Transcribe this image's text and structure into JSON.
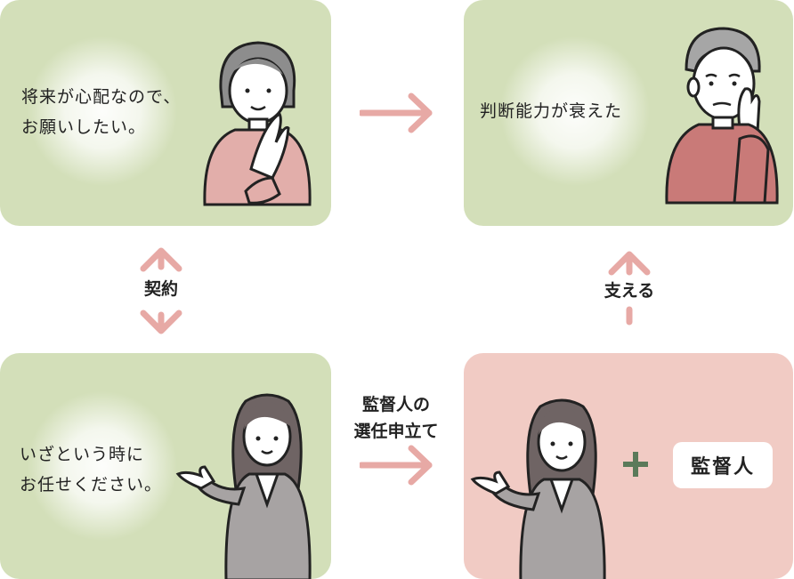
{
  "panels": {
    "top_left": {
      "lines": [
        "将来が心配なので、",
        "お願いしたい。"
      ]
    },
    "top_right": {
      "text": "判断能力が衰えた"
    },
    "bottom_left": {
      "lines": [
        "いざという時に",
        "お任せください。"
      ]
    },
    "bottom_right": {
      "supervisor_box": "監督人"
    }
  },
  "labels": {
    "contract": "契約",
    "support": "支える",
    "petition_line1": "監督人の",
    "petition_line2": "選任申立て"
  },
  "colors": {
    "panel_green": "#d3dfb9",
    "panel_pink": "#f1cbc4",
    "arrow_pink": "#e7a9a5",
    "plus_green": "#5b7a5a"
  }
}
